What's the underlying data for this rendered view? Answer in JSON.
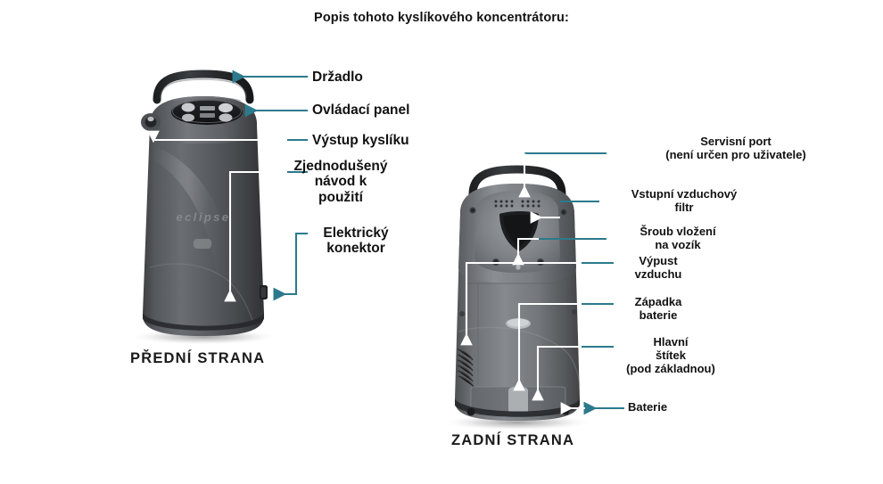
{
  "document": {
    "title": "Popis tohoto kyslíkového koncentrátoru:",
    "background_color": "#ffffff",
    "leader_line_color": "#2c7a8c",
    "overlay_line_color": "#ffffff",
    "text_color": "#111111"
  },
  "figures": {
    "front": {
      "caption": "PŘEDNÍ STRANA",
      "brand": "eclipse"
    },
    "back": {
      "caption": "ZADNÍ STRANA"
    }
  },
  "callouts": {
    "front": [
      {
        "id": "handle",
        "label": "Držadlo"
      },
      {
        "id": "control-panel",
        "label": "Ovládací panel"
      },
      {
        "id": "oxygen-outlet",
        "label": "Výstup kyslíku"
      },
      {
        "id": "quick-guide",
        "label": "Zjednodušený\nnávod k\npoužití"
      },
      {
        "id": "power-connector",
        "label": "Elektrický\nkonektor"
      }
    ],
    "back": [
      {
        "id": "service-port",
        "label": "Servisní port\n(není určen pro uživatele)"
      },
      {
        "id": "air-intake-filter",
        "label": "Vstupní vzduchový\nfiltr"
      },
      {
        "id": "cart-screw",
        "label": "Šroub vložení\nna vozík"
      },
      {
        "id": "air-exhaust",
        "label": "Výpust\nvzduchu"
      },
      {
        "id": "battery-latch",
        "label": "Západka\nbaterie"
      },
      {
        "id": "main-label",
        "label": "Hlavní\nštítek\n(pod základnou)"
      },
      {
        "id": "battery",
        "label": "Baterie"
      }
    ]
  }
}
